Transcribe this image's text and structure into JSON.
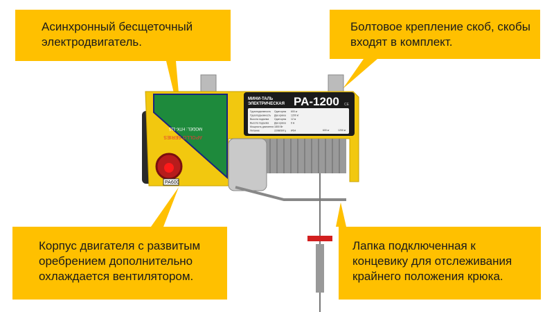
{
  "callouts": {
    "motor": "Асинхронный бесщеточный электродвигатель.",
    "brackets": "Болтовое крепление скоб, скобы входят в комплект.",
    "housing": "Корпус двигателя с развитым оребрением дополнительно охлаждается вентилятором.",
    "lever": "Лапка подключенная к концевику для отслеживания крайнего положения крюка."
  },
  "product_label": {
    "type_line1": "МИНИ-ТАЛЬ",
    "type_line2": "ЭЛЕКТРИЧЕСКАЯ",
    "model": "PA-1200",
    "ce_mark": "CE",
    "specs": [
      [
        "Грузоподъемность",
        "Один крюк",
        "600 кг"
      ],
      [
        "Грузоподъемность",
        "Два крюка",
        "1200 кг"
      ],
      [
        "Высота подъема",
        "Один крюк",
        "12 м"
      ],
      [
        "Высота подъема",
        "Два крюка",
        "6 м"
      ],
      [
        "Мощность двигателя",
        "1800 Вт",
        ""
      ],
      [
        "Питание",
        "220В/50Гц",
        "IP54"
      ]
    ],
    "weight_1": "600 кг",
    "weight_2": "1200 кг"
  },
  "green_panel": {
    "series": "APOLLO SERIES",
    "model": "MODEL: HTK-115"
  },
  "sticker": "PA600",
  "colors": {
    "callout": "#FFC000",
    "body": "#F2C80F",
    "panel": "#1E8A3C",
    "label": "#1b1b1b"
  }
}
